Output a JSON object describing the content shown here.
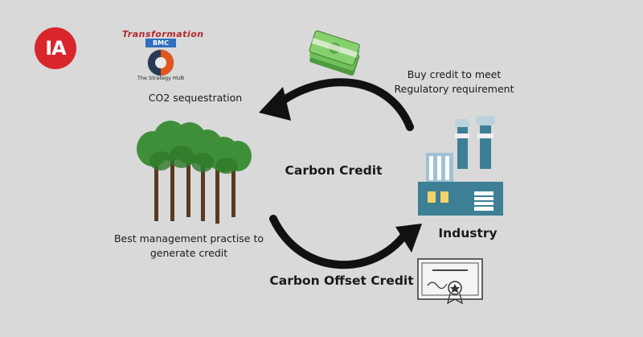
{
  "logos": {
    "badge_text": "IA",
    "hub_title": "Transformation",
    "hub_bmc": "BMC",
    "hub_subtitle": "The Strategy HUB"
  },
  "labels": {
    "co2": "CO2 sequestration",
    "buy_credit_line1": "Buy credit to meet",
    "buy_credit_line2": "Regulatory requirement",
    "carbon_credit": "Carbon Credit",
    "industry": "Industry",
    "best_mgmt_line1": "Best management practise to",
    "best_mgmt_line2": "generate credit",
    "carbon_offset": "Carbon Offset Credit"
  },
  "icons": {
    "money": "money-stack-icon",
    "trees": "forest-icon",
    "factory": "factory-icon",
    "certificate": "certificate-icon"
  },
  "colors": {
    "background": "#d9d9d9",
    "arrow": "#111111",
    "money_green": "#6fbf5a",
    "tree_green": "#3f8f3a",
    "factory_teal": "#3d7f95",
    "badge_red": "#d9262c"
  }
}
